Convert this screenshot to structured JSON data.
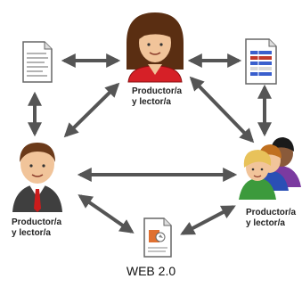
{
  "nodes": {
    "top_person": {
      "line1": "Productor/a",
      "line2": "y lector/a"
    },
    "left_person": {
      "line1": "Productor/a",
      "line2": "y lector/a"
    },
    "group": {
      "line1": "Productor/a",
      "line2": "y lector/a"
    }
  },
  "caption": "WEB 2.0",
  "icons": [
    "woman-icon",
    "man-icon",
    "group-icon",
    "text-document-icon",
    "spreadsheet-icon",
    "image-document-icon"
  ],
  "colors": {
    "arrow": "#555555",
    "woman_shirt": "#d62027",
    "tie": "#cc1c1c"
  }
}
